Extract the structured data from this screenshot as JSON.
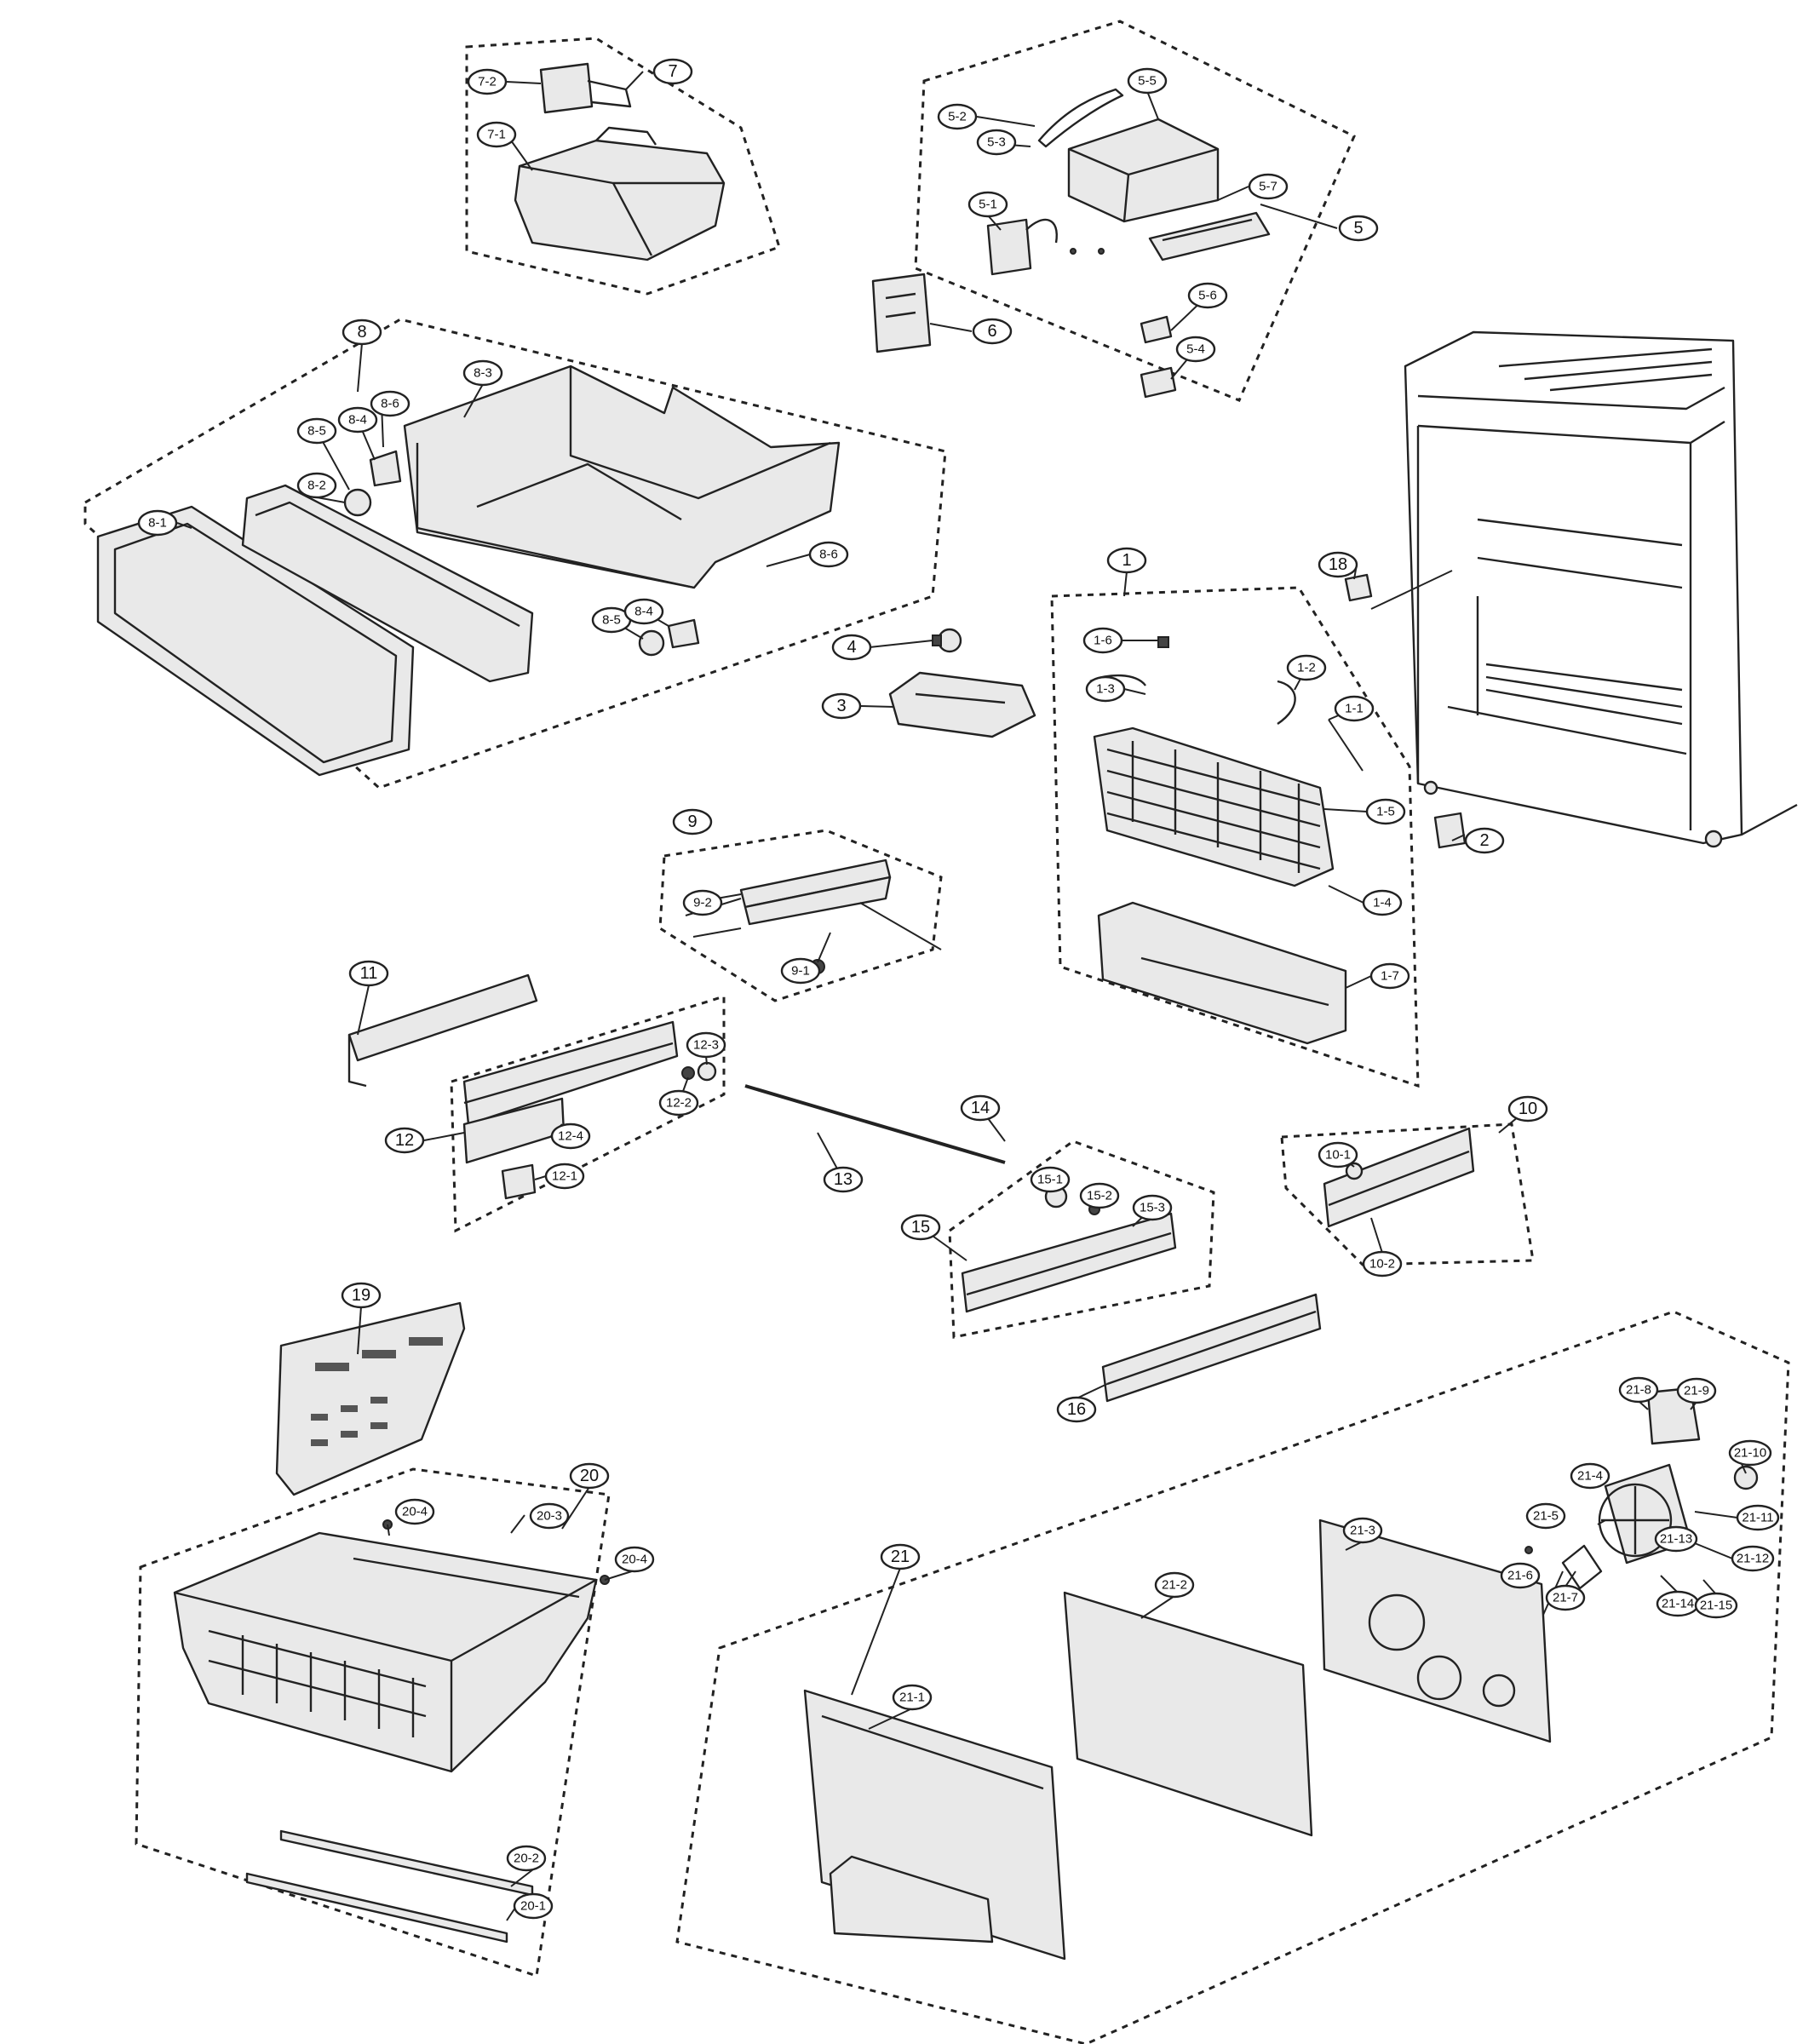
{
  "diagram": {
    "groups": [
      {
        "id": "g1",
        "label": "1"
      },
      {
        "id": "g5",
        "label": "5"
      },
      {
        "id": "g7",
        "label": "7"
      },
      {
        "id": "g8",
        "label": "8"
      },
      {
        "id": "g9",
        "label": "9"
      },
      {
        "id": "g10",
        "label": "10"
      },
      {
        "id": "g12",
        "label": "12"
      },
      {
        "id": "g15",
        "label": "15"
      },
      {
        "id": "g20",
        "label": "20"
      },
      {
        "id": "g21",
        "label": "21"
      }
    ],
    "callouts": {
      "c1": "1",
      "c1_1": "1-1",
      "c1_2": "1-2",
      "c1_3": "1-3",
      "c1_4": "1-4",
      "c1_5": "1-5",
      "c1_6": "1-6",
      "c1_7": "1-7",
      "c2": "2",
      "c3": "3",
      "c4": "4",
      "c5": "5",
      "c5_1": "5-1",
      "c5_2": "5-2",
      "c5_3": "5-3",
      "c5_4": "5-4",
      "c5_5": "5-5",
      "c5_6": "5-6",
      "c5_7": "5-7",
      "c6": "6",
      "c7": "7",
      "c7_1": "7-1",
      "c7_2": "7-2",
      "c8": "8",
      "c8_1": "8-1",
      "c8_2": "8-2",
      "c8_3": "8-3",
      "c8_4a": "8-4",
      "c8_4b": "8-4",
      "c8_5a": "8-5",
      "c8_5b": "8-5",
      "c8_6a": "8-6",
      "c8_6b": "8-6",
      "c9": "9",
      "c9_1": "9-1",
      "c9_2": "9-2",
      "c10": "10",
      "c10_1": "10-1",
      "c10_2": "10-2",
      "c11": "11",
      "c12": "12",
      "c12_1": "12-1",
      "c12_2": "12-2",
      "c12_3": "12-3",
      "c12_4": "12-4",
      "c13": "13",
      "c14": "14",
      "c15": "15",
      "c15_1": "15-1",
      "c15_2": "15-2",
      "c15_3": "15-3",
      "c16": "16",
      "c18": "18",
      "c19": "19",
      "c20": "20",
      "c20_1": "20-1",
      "c20_2": "20-2",
      "c20_3": "20-3",
      "c20_4a": "20-4",
      "c20_4b": "20-4",
      "c21": "21",
      "c21_1": "21-1",
      "c21_2": "21-2",
      "c21_3": "21-3",
      "c21_4": "21-4",
      "c21_5": "21-5",
      "c21_6": "21-6",
      "c21_7": "21-7",
      "c21_8": "21-8",
      "c21_9": "21-9",
      "c21_10": "21-10",
      "c21_11": "21-11",
      "c21_12": "21-12",
      "c21_13": "21-13",
      "c21_14": "21-14",
      "c21_15": "21-15"
    }
  }
}
